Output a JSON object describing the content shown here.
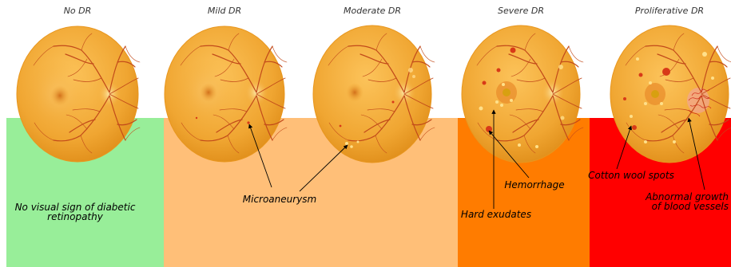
{
  "stages": [
    {
      "id": "no-dr",
      "title": "No DR",
      "band_color": "#98ee99"
    },
    {
      "id": "mild-dr",
      "title": "Mild DR",
      "band_color": "#ffbf78"
    },
    {
      "id": "moderate-dr",
      "title": "Moderate DR",
      "band_color": "#ffbf78"
    },
    {
      "id": "severe-dr",
      "title": "Severe DR",
      "band_color": "#ff7c00"
    },
    {
      "id": "proliferative-dr",
      "title": "Proliferative DR",
      "band_color": "#ff0000"
    }
  ],
  "descriptions": {
    "no_dr_line1": "No visual sign of diabetic",
    "no_dr_line2": "retinopathy",
    "microaneurysm": "Microaneurysm",
    "hemorrhage": "Hemorrhage",
    "hard_exudates": "Hard exudates",
    "cotton_wool_spots": "Cotton wool spots",
    "abnormal_growth_line1": "Abnormal growth",
    "abnormal_growth_line2": "of blood vessels"
  },
  "colors": {
    "retina": "#f0a632",
    "retina_edge": "#e8961e",
    "vessel": "#c24a1a",
    "macula": "#d2701a",
    "lesion_red": "#d83a18",
    "exudate": "#ffe08a"
  }
}
